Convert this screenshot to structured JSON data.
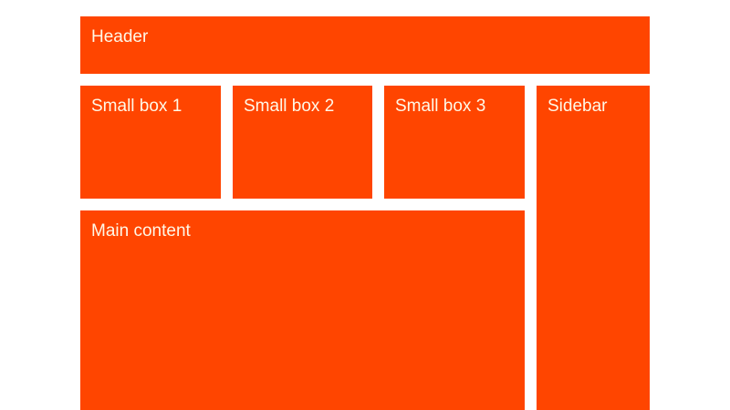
{
  "header": {
    "label": "Header"
  },
  "small_boxes": [
    {
      "label": "Small box 1"
    },
    {
      "label": "Small box 2"
    },
    {
      "label": "Small box 3"
    }
  ],
  "sidebar": {
    "label": "Sidebar"
  },
  "main": {
    "label": "Main content"
  },
  "colors": {
    "box": "#ff4500",
    "text": "#fff8e7",
    "background": "#ffffff"
  }
}
